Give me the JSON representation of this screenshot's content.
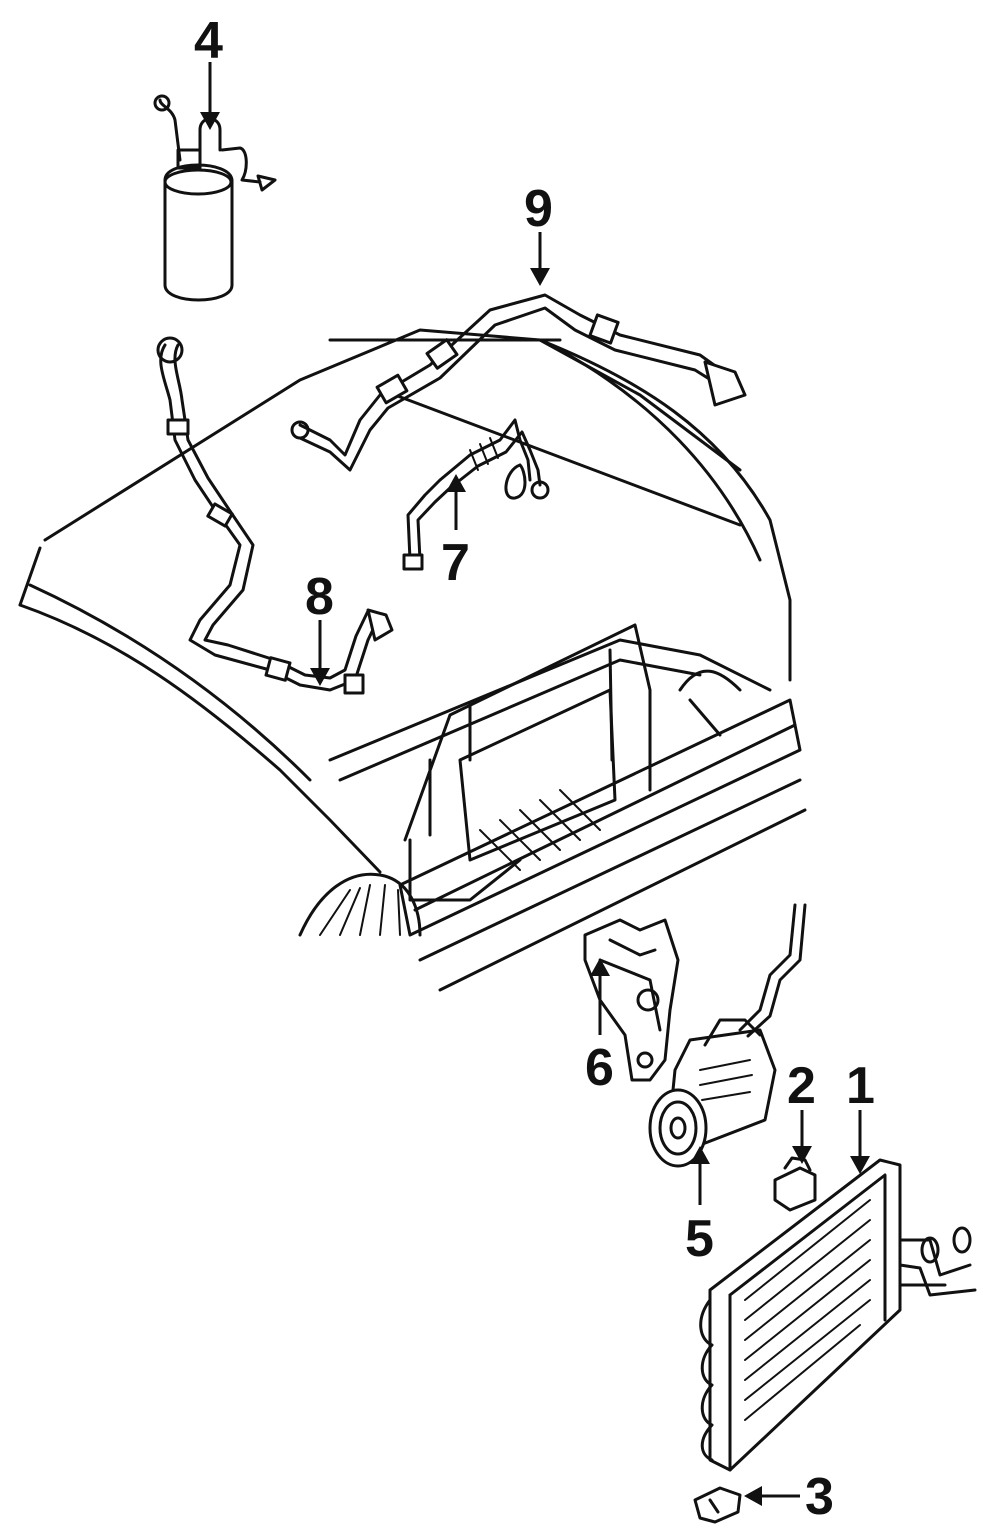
{
  "callouts": [
    {
      "id": "1",
      "label": "1",
      "part": "condenser"
    },
    {
      "id": "2",
      "label": "2",
      "part": "switch"
    },
    {
      "id": "3",
      "label": "3",
      "part": "bracket"
    },
    {
      "id": "4",
      "label": "4",
      "part": "accumulator"
    },
    {
      "id": "5",
      "label": "5",
      "part": "compressor"
    },
    {
      "id": "6",
      "label": "6",
      "part": "compressor-bracket"
    },
    {
      "id": "7",
      "label": "7",
      "part": "hose"
    },
    {
      "id": "8",
      "label": "8",
      "part": "hose"
    },
    {
      "id": "9",
      "label": "9",
      "part": "hose"
    }
  ],
  "colors": {
    "ink": "#111111",
    "paper": "#ffffff"
  }
}
